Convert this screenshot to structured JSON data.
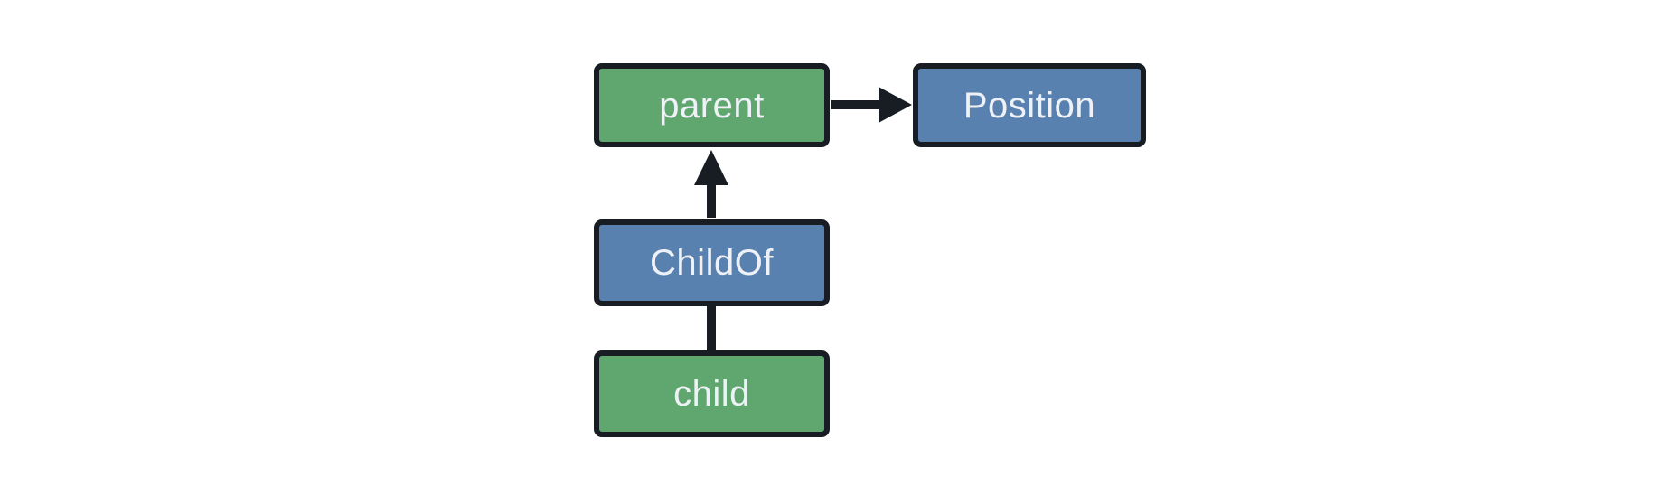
{
  "diagram": {
    "nodes": {
      "parent": {
        "label": "parent",
        "fill": "#5fa76e"
      },
      "position": {
        "label": "Position",
        "fill": "#5881b0"
      },
      "childof": {
        "label": "ChildOf",
        "fill": "#5881b0"
      },
      "child": {
        "label": "child",
        "fill": "#5fa76e"
      }
    },
    "edges": [
      {
        "from": "parent",
        "to": "Position",
        "style": "arrow"
      },
      {
        "from": "ChildOf",
        "to": "parent",
        "style": "arrow"
      },
      {
        "from": "child",
        "to": "ChildOf",
        "style": "line"
      }
    ],
    "colors": {
      "green_fill": "#5fa76e",
      "blue_fill": "#5881b0",
      "outline": "#181c23",
      "label_text": "#eef2f7",
      "background": "#ffffff"
    }
  }
}
